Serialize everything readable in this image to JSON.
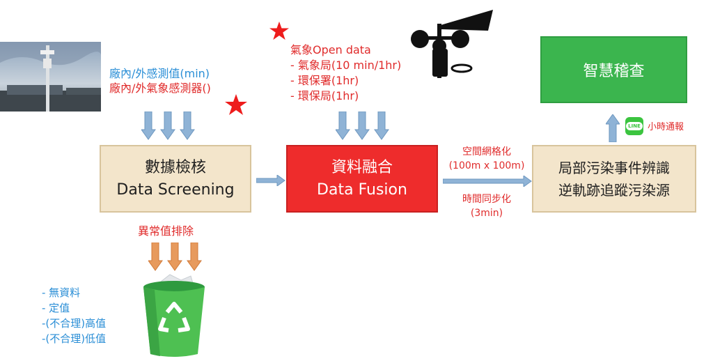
{
  "sensor_text": {
    "line1": "廠內/外感測值(min)",
    "line2": "廠內/外氣象感測器()"
  },
  "screening_box": {
    "title_zh": "數據檢核",
    "title_en": "Data Screening"
  },
  "fusion_box": {
    "title_zh": "資料融合",
    "title_en": "Data Fusion"
  },
  "event_box": {
    "line1": "局部污染事件辨識",
    "line2": "逆軌跡追蹤污染源"
  },
  "smart_box": {
    "label": "智慧稽查"
  },
  "weather_text": {
    "title": "氣象Open data",
    "items": [
      "- 氣象局(10 min/1hr)",
      "- 環保署(1hr)",
      "- 環保局(1hr)"
    ]
  },
  "fusion_to_event": {
    "label1": "空間網格化",
    "label2": "(100m x 100m)",
    "label3": "時間同步化",
    "label4": "(3min)"
  },
  "notify": {
    "app": "LINE",
    "label": "小時通報"
  },
  "anomaly_label": "異常值排除",
  "removed_list": [
    "- 無資料",
    "- 定值",
    "-(不合理)高值",
    "-(不合理)低值"
  ],
  "colors": {
    "blue_text": "#2a8ed6",
    "red_text": "#e02b2b",
    "tan_box": "#f3e5cb",
    "red_box": "#ee2c2c",
    "green_box": "#3bb54e",
    "arrow_blue": "#8fb3d6",
    "arrow_orange": "#e79a5d"
  }
}
